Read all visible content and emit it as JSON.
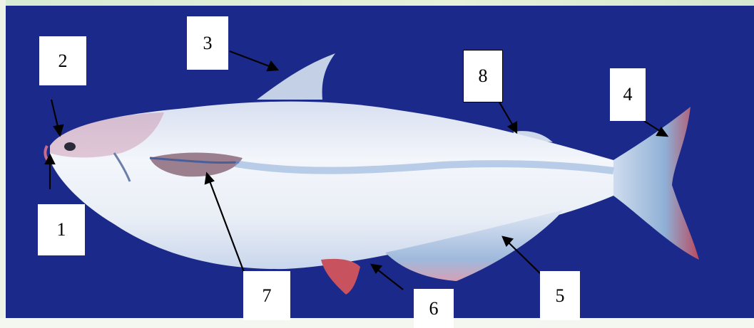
{
  "image": {
    "background_color": "#1b2a8a",
    "fish_body_color": "#e6eef7"
  },
  "labels": {
    "l1": "1",
    "l2": "2",
    "l3": "3",
    "l4": "4",
    "l5": "5",
    "l6": "6",
    "l7": "7",
    "l8": "8"
  }
}
